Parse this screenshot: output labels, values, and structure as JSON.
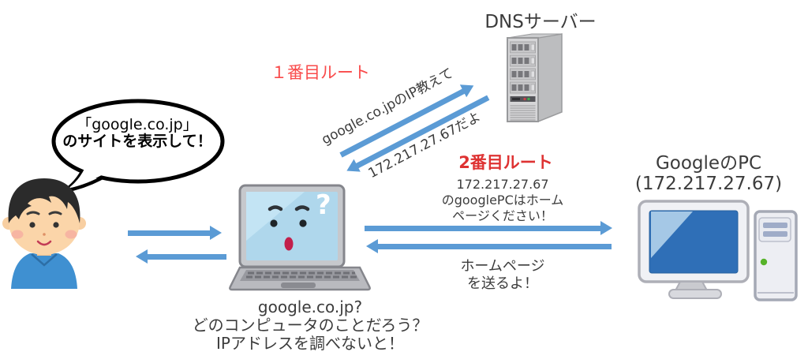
{
  "labels": {
    "dns_server": "DNSサーバー",
    "route1": "１番目ルート",
    "route2": "2番目ルート",
    "google_pc_name": "GoogleのPC",
    "google_pc_ip": "(172.217.27.67)"
  },
  "speech_bubble": {
    "line1": "「google.co.jp」",
    "line2": "のサイトを表示して！"
  },
  "dns_exchange": {
    "request": "google.co.jpのIP教えて",
    "reply": "172.217.27.67だよ"
  },
  "web_exchange": {
    "request_line1": "172.217.27.67",
    "request_line2": "のgooglePCはホーム",
    "request_line3": "ページください！",
    "reply_line1": "ホームページ",
    "reply_line2": "を送るよ！"
  },
  "laptop_thought": {
    "line1": "google.co.jp?",
    "line2": "どのコンピュータのことだろう？",
    "line3": "IPアドレスを調べないと！"
  },
  "laptop_screen": {
    "question_mark": "?"
  },
  "colors": {
    "arrow_blue": "#5B9BD5",
    "route1_red": "#F94A4A",
    "route2_red": "#DE3232",
    "text_dark": "#3C3C3C"
  }
}
